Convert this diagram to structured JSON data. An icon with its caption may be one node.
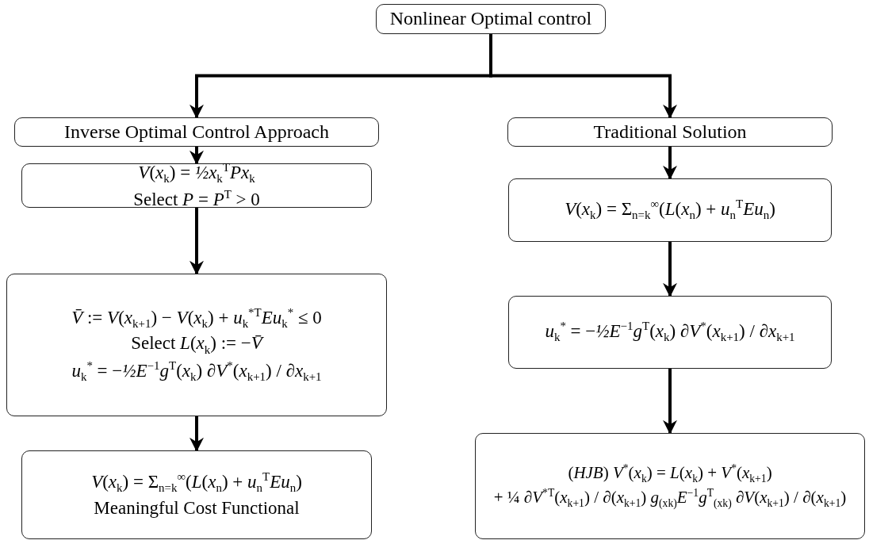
{
  "diagram": {
    "nodes": [
      {
        "text": [
          "Nonlinear Optimal control"
        ]
      },
      {
        "text": [
          "Inverse Optimal Control Approach"
        ]
      },
      {
        "text": [
          "*V*(*x*$_{k}$) = *½x*$_{k}$$^{T}$*Px*$_{k}$",
          "Select *P* = *P*$^{T}$ > 0"
        ]
      },
      {
        "text": [
          "*V̄* := *V*(*x*$_{k+1}$) − *V*(*x*$_{k}$) + *u*$_{k}$$^{*T}$*Eu*$_{k}$$^{*}$ ≤ 0",
          "Select *L*(*x*$_{k}$) := −*V̄*",
          "*u*$_{k}$$^{*}$ = −*½E*$^{−1}$*g*$^{T}$(*x*$_{k}$) ∂*V*$^{*}$(*x*$_{k+1}$) / ∂*x*$_{k+1}$"
        ]
      },
      {
        "text": [
          "*V*(*x*$_{k}$) = Σ$_{n=k}$$^{∞}$(*L*(*x*$_{n}$) + *u*$_{n}$$^{T}$*Eu*$_{n}$)",
          "Meaningful Cost Functional"
        ]
      },
      {
        "text": [
          "Traditional Solution"
        ]
      },
      {
        "text": [
          "*V*(*x*$_{k}$) = Σ$_{n=k}$$^{∞}$(*L*(*x*$_{n}$) + *u*$_{n}$$^{T}$*Eu*$_{n}$)"
        ]
      },
      {
        "text": [
          "*u*$_{k}$$^{*}$ = −*½E*$^{−1}$*g*$^{T}$(*x*$_{k}$) ∂*V*$^{*}$(*x*$_{k+1}$) / ∂*x*$_{k+1}$"
        ]
      },
      {
        "text": [
          "(*HJB*) *V*$^{*}$(*x*$_{k}$) = *L*(*x*$_{k}$) + *V*$^{*}$(*x*$_{k+1}$)",
          "+ ¼ ∂*V*$^{*T}$(*x*$_{k+1}$) / ∂(*x*$_{k+1}$) *g*$_{(xk)}$*E*$^{−1}$*g*$^{T}$$_{(xk)}$ ∂*V*(*x*$_{k+1}$) / ∂(*x*$_{k+1}$)"
        ]
      }
    ],
    "edges": [
      {
        "from": 0,
        "to": 1,
        "arrow": "to"
      },
      {
        "from": 0,
        "to": 5,
        "arrow": "to"
      },
      {
        "from": 1,
        "to": 2,
        "arrow": "to"
      },
      {
        "from": 2,
        "to": 3,
        "arrow": "to"
      },
      {
        "from": 3,
        "to": 4,
        "arrow": "to"
      },
      {
        "from": 5,
        "to": 6,
        "arrow": "to"
      },
      {
        "from": 6,
        "to": 7,
        "arrow": "to"
      },
      {
        "from": 7,
        "to": 8,
        "arrow": "to"
      }
    ]
  }
}
